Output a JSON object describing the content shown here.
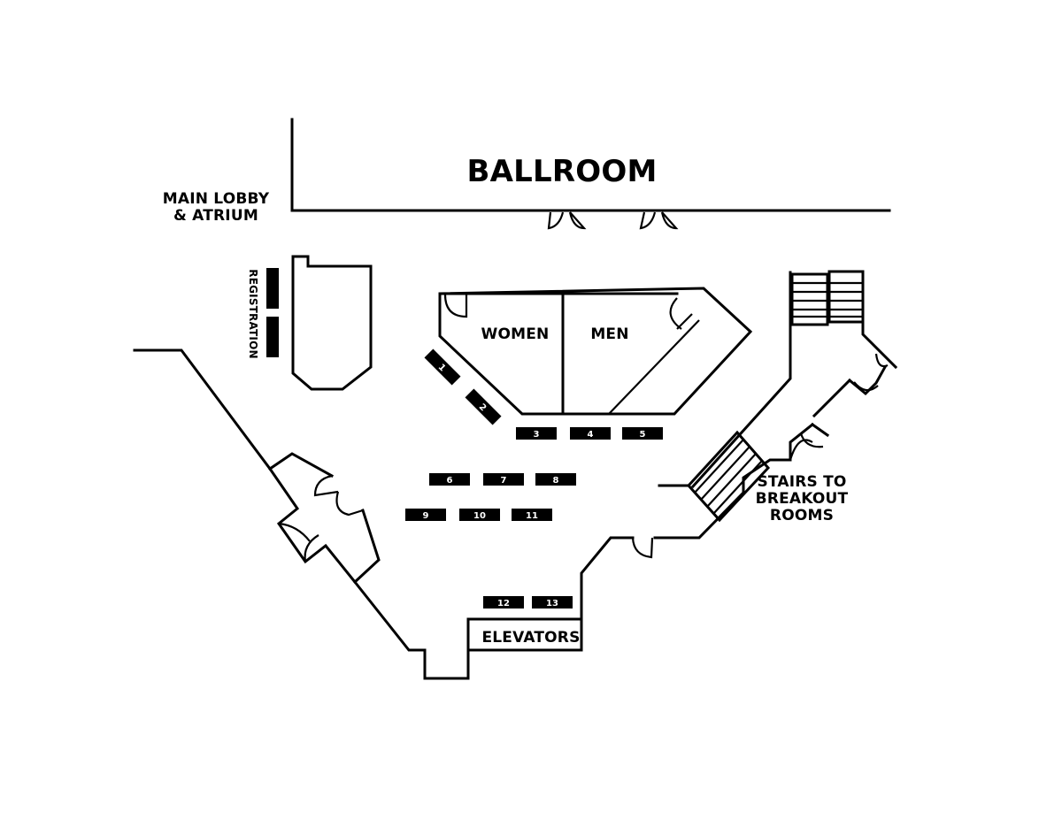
{
  "labels": {
    "ballroom": "BALLROOM",
    "lobby_line1": "MAIN LOBBY",
    "lobby_line2": "& ATRIUM",
    "registration": "REGISTRATION",
    "women": "WOMEN",
    "men": "MEN",
    "stairs_line1": "STAIRS TO",
    "stairs_line2": "BREAKOUT",
    "stairs_line3": "ROOMS",
    "elevators": "ELEVATORS"
  },
  "booths": [
    "1",
    "2",
    "3",
    "4",
    "5",
    "6",
    "7",
    "8",
    "9",
    "10",
    "11",
    "12",
    "13"
  ]
}
